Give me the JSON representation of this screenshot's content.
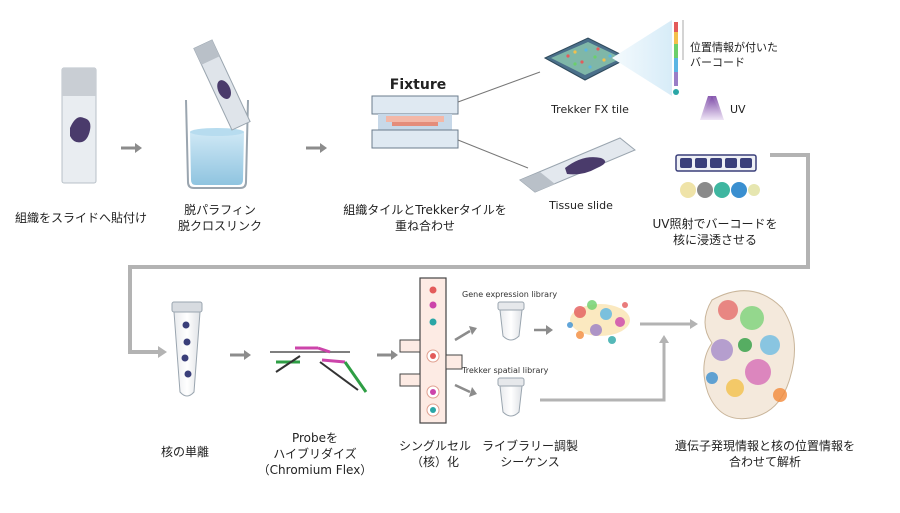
{
  "row1": {
    "step1": {
      "label": "組織をスライドへ貼付け"
    },
    "step2": {
      "line1": "脱パラフィン",
      "line2": "脱クロスリンク"
    },
    "step3": {
      "fixture": "Fixture",
      "line1": "組織タイルとTrekkerタイルを",
      "line2": "重ね合わせ",
      "tile": "Trekker FX tile",
      "slide": "Tissue slide"
    },
    "step4": {
      "callout_line1": "位置情報が付いた",
      "callout_line2": "バーコード",
      "uv": "UV",
      "line1": "UV照射でバーコードを",
      "line2": "核に浸透させる"
    }
  },
  "row2": {
    "step5": {
      "label": "核の単離"
    },
    "step6": {
      "line1": "Probeを",
      "line2": "ハイブリダイズ",
      "line3": "（Chromium Flex）"
    },
    "step7": {
      "line1": "シングルセル",
      "line2": "（核）化"
    },
    "step8": {
      "gene_lib": "Gene expression library",
      "spatial_lib": "Trekker spatial library",
      "line1": "ライブラリー調製",
      "line2": "シーケンス"
    },
    "step9": {
      "line1": "遺伝子発現情報と核の位置情報を",
      "line2": "合わせて解析"
    }
  },
  "colors": {
    "arrow": "#8c8c8c",
    "tissue": "#4a3b6b",
    "beaker": "#8fc4e0",
    "uv": "#8e5bb5",
    "fixture": "#cfe0ee"
  }
}
